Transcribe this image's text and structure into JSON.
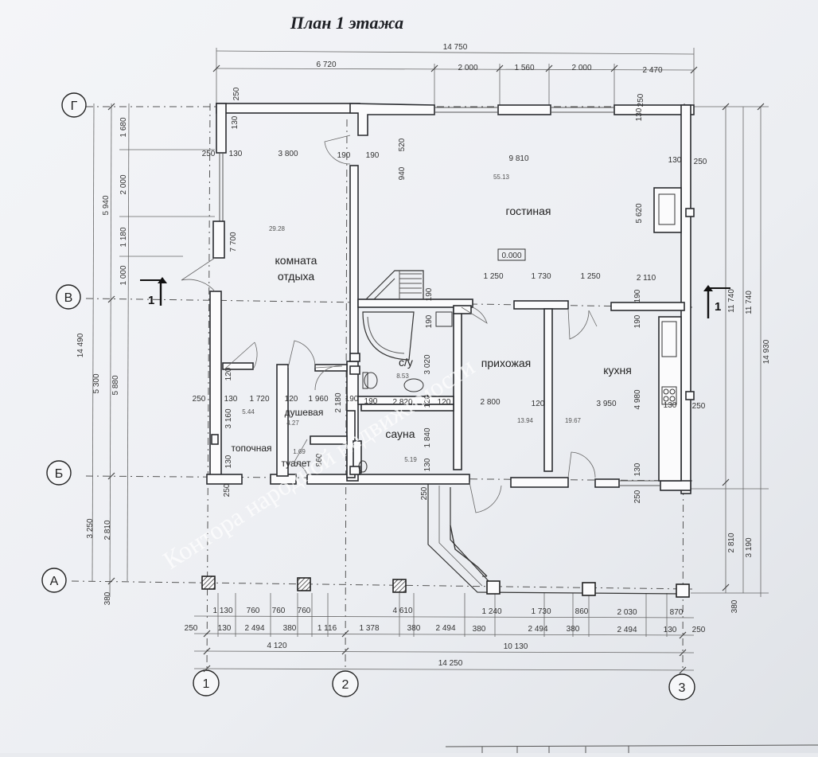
{
  "title": "План 1 этажа",
  "rooms": {
    "rest": {
      "name_line1": "комната",
      "name_line2": "отдыха",
      "area": "29.28"
    },
    "living": {
      "name": "гостиная",
      "area": "55.13",
      "level": "0.000"
    },
    "bath": {
      "name": "с/у",
      "area": "8.53"
    },
    "hall": {
      "name": "прихожая",
      "area": "13.94"
    },
    "kitchen": {
      "name": "кухня",
      "area": "19.67"
    },
    "sauna": {
      "name": "сауна",
      "area": "5.19"
    },
    "shower": {
      "name": "душевая",
      "area": "4.27"
    },
    "boiler": {
      "name": "топочная",
      "area": "5.44"
    },
    "wc": {
      "name": "туалет",
      "area": "1.69"
    }
  },
  "axes": {
    "rows": [
      "Г",
      "В",
      "Б",
      "А"
    ],
    "cols": [
      "1",
      "2",
      "3"
    ]
  },
  "section_mark": "1",
  "watermark": "Контора народной недвижимости",
  "dims": {
    "top_total": "14 750",
    "top_left": "6 720",
    "top_segments": [
      "2 000",
      "1 560",
      "2 000",
      "2 470"
    ],
    "bottom_row1": [
      "1 130",
      "760",
      "760",
      "760",
      "4 610",
      "1 240",
      "1 730",
      "860",
      "2 030",
      "870"
    ],
    "bottom_row2": [
      "250",
      "130",
      "2 494",
      "380",
      "1 116",
      "1 378",
      "380",
      "2 494",
      "380",
      "2 494",
      "380",
      "2 494",
      "130",
      "250"
    ],
    "bottom_row3": [
      "4 120",
      "10 130"
    ],
    "bottom_total": "14 250",
    "left_row1": [
      "1 680",
      "2 000",
      "1 180",
      "1 000",
      "5 300",
      "3 250"
    ],
    "left_row2": [
      "5 940",
      "5 880",
      "2 810"
    ],
    "left_total": "14 490",
    "left_380": "380",
    "right_row1": [
      "11 740",
      "2 810"
    ],
    "right_row2": [
      "11 740",
      "3 190"
    ],
    "right_total": "14 930",
    "right_380": "380",
    "interior": {
      "d130": "130",
      "d250": "250",
      "d190": "190",
      "d120": "120",
      "d520": "520",
      "d940": "940",
      "d3800": "3 800",
      "d9810": "9 810",
      "d7700": "7 700",
      "d5620": "5 620",
      "d1250": "1 250",
      "d1730": "1 730",
      "d2110": "2 110",
      "d3020": "3 020",
      "d2820": "2 820",
      "d2800": "2 800",
      "d3950": "3 950",
      "d4980": "4 980",
      "d1840": "1 840",
      "d1720": "1 720",
      "d1960": "1 960",
      "d2180": "2 180",
      "d3160": "3 160",
      "d860": "860"
    }
  }
}
